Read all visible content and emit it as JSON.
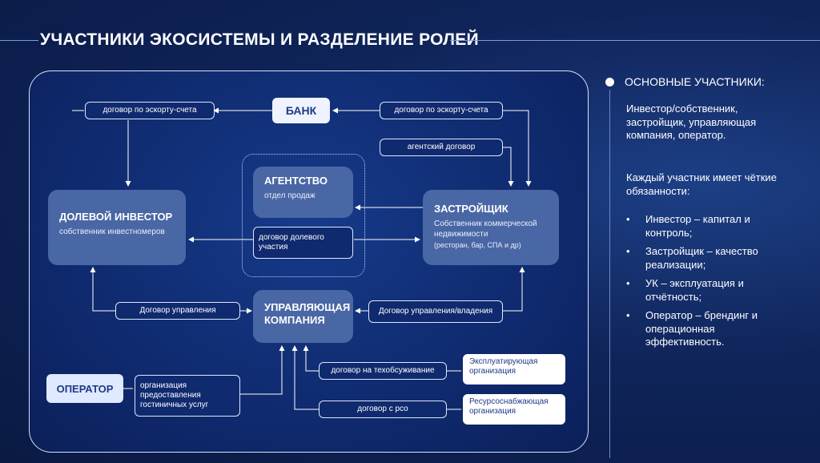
{
  "title": "УЧАСТНИКИ ЭКОСИСТЕМЫ И РАЗДЕЛЕНИЕ РОЛЕЙ",
  "diagram": {
    "bank": "БАНК",
    "investor": {
      "title": "ДОЛЕВОЙ ИНВЕСТОР",
      "subtitle": "собственник инвестномеров"
    },
    "agency": {
      "title": "АГЕНТСТВО",
      "subtitle": "отдел продаж"
    },
    "developer": {
      "title": "ЗАСТРОЙЩИК",
      "subtitle": "Собственник коммерческой недвижимости",
      "note": "(ресторан, бар, СПА и др)"
    },
    "management": {
      "title": "УПРАВЛЯЮЩАЯ КОМПАНИЯ"
    },
    "operator": "ОПЕРАТОР",
    "labels": {
      "escrow_left": "договор по эскорту-счета",
      "escrow_right": "договор по эскорту-счета",
      "agency_contract": "агентский договор",
      "equity_contract": "договор долевого участия",
      "mgmt_contract_left": "Договор управления",
      "mgmt_contract_right": "Договор управления/владения",
      "hotel_services": "организация предоставления гостиничных услуг",
      "maintenance_contract": "договор на техобсуживание",
      "rso_contract": "договор с рсо"
    },
    "orgs": {
      "exploit": "Эксплуатирующая организация",
      "resource": "Ресурсоснабжающая организация"
    }
  },
  "sidebar": {
    "heading": "ОСНОВНЫЕ УЧАСТНИКИ:",
    "intro": "Инвестор/собственник, застройщик, управляющая компания, оператор.",
    "duties": "Каждый участник имеет чёткие обязанности:",
    "bullets": [
      "Инвестор – капитал и контроль;",
      "Застройщик – качество реализации;",
      "УК – эксплуатация и отчётность;",
      "Оператор – брендинг и операционная эффективность."
    ],
    "bullet_char": "•"
  }
}
